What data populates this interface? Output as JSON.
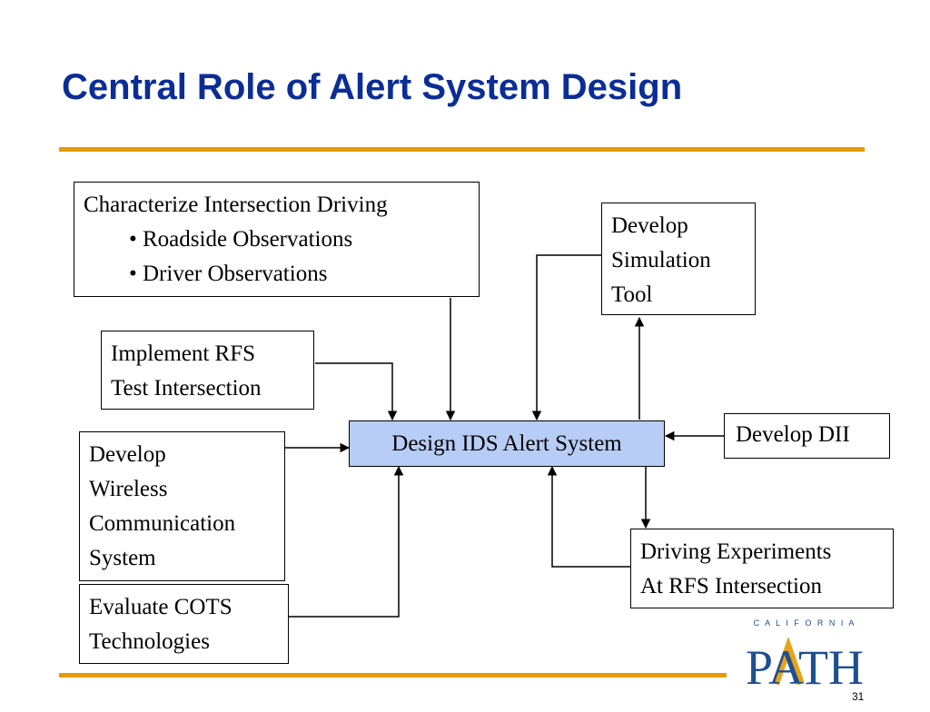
{
  "title": "Central Role of Alert System Design",
  "boxes": {
    "characterize": {
      "heading": "Characterize Intersection Driving",
      "bullets": [
        "• Roadside Observations",
        "• Driver Observations"
      ]
    },
    "simulation": [
      "Develop",
      "Simulation",
      "Tool"
    ],
    "rfs_test": [
      "Implement RFS",
      "Test Intersection"
    ],
    "wireless": [
      "Develop",
      "Wireless",
      "Communication",
      "System"
    ],
    "cots": [
      "Evaluate COTS",
      "Technologies"
    ],
    "center": "Design IDS Alert System",
    "dii": "Develop DII",
    "experiments": [
      "Driving Experiments",
      "At RFS Intersection"
    ]
  },
  "logo": {
    "top_text": "C A L I F O R N I A",
    "wordmark": "PATH"
  },
  "page_number": "31",
  "colors": {
    "title": "#0b2d96",
    "rule": "#e69b00",
    "center_box": "#b8cdf6",
    "logo_blue": "#1d4f91",
    "logo_gold": "#e8a317"
  }
}
